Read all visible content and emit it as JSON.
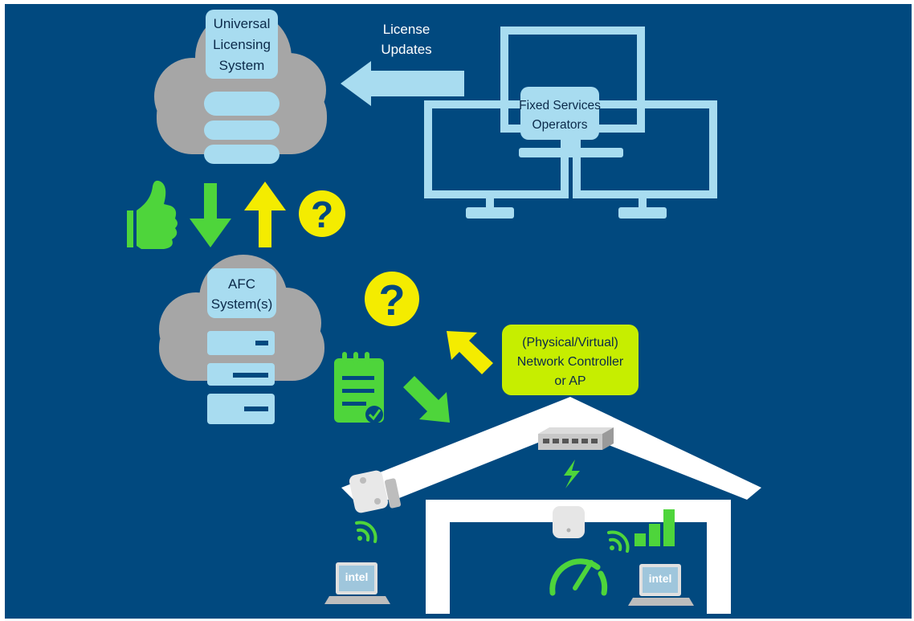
{
  "colors": {
    "background": "#01497f",
    "light_blue": "#a8dcf0",
    "cloud_gray": "#a6a6a6",
    "green": "#4ed53b",
    "yellow": "#f4ec00",
    "controller_box": "#c6ee00",
    "house_white": "#ffffff"
  },
  "uls": {
    "line1": "Universal",
    "line2": "Licensing",
    "line3": "System"
  },
  "license_updates": {
    "line1": "License",
    "line2": "Updates"
  },
  "fixed_services": {
    "line1": "Fixed Services",
    "line2": "Operators"
  },
  "afc": {
    "line1": "AFC",
    "line2": "System(s)"
  },
  "controller": {
    "line1": "(Physical/Virtual)",
    "line2": "Network Controller",
    "line3": "or AP"
  },
  "question_mark": "?",
  "laptop_brand": "intel",
  "icons": {
    "approval": "thumbs-up-icon",
    "request": "checklist-icon",
    "speed": "speedometer-icon",
    "signal": "signal-bars-icon",
    "wifi": "wifi-waves-icon",
    "power": "lightning-icon"
  }
}
